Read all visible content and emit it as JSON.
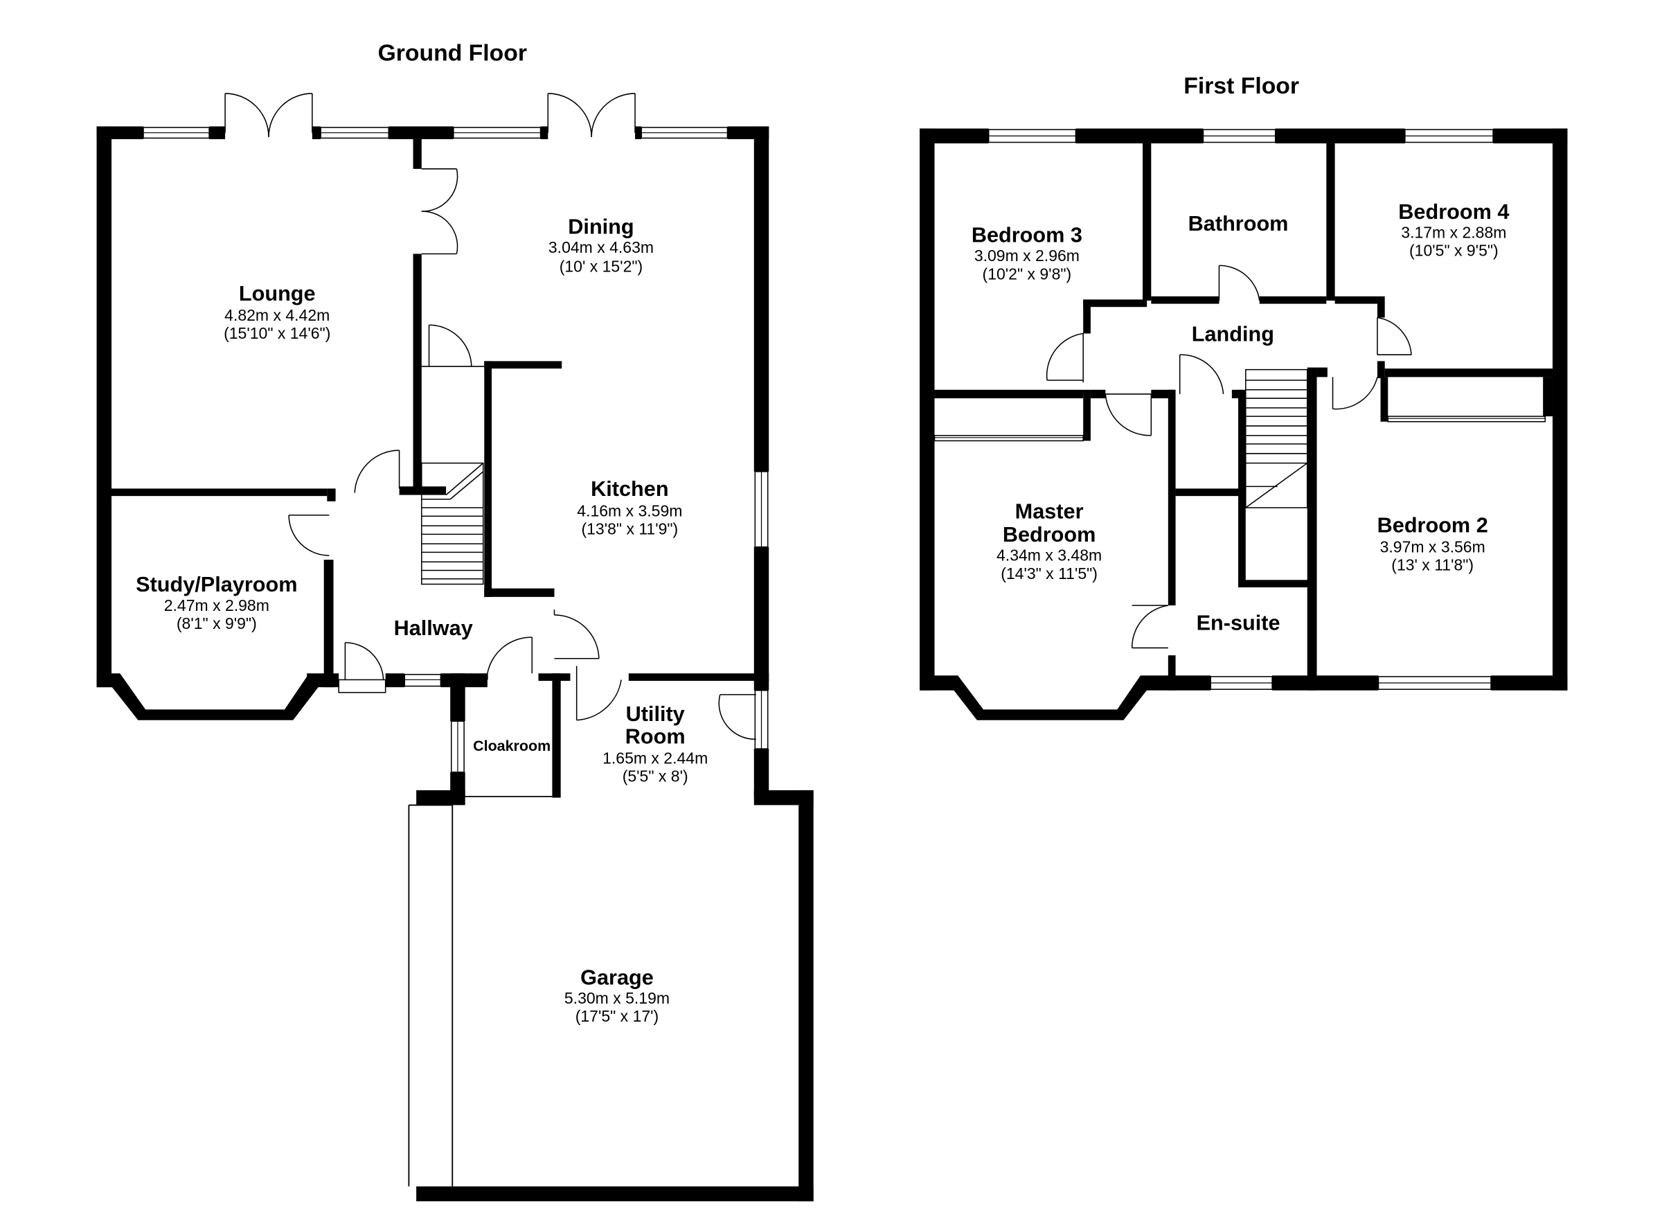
{
  "floors": {
    "ground": {
      "title": "Ground Floor",
      "lounge": {
        "name": "Lounge",
        "metric": "4.82m x 4.42m",
        "imperial": "(15'10\" x 14'6\")"
      },
      "dining": {
        "name": "Dining",
        "metric": "3.04m x 4.63m",
        "imperial": "(10' x 15'2\")"
      },
      "kitchen": {
        "name": "Kitchen",
        "metric": "4.16m x 3.59m",
        "imperial": "(13'8\" x 11'9\")"
      },
      "study": {
        "name": "Study/Playroom",
        "metric": "2.47m x 2.98m",
        "imperial": "(8'1\" x 9'9\")"
      },
      "hallway": {
        "name": "Hallway"
      },
      "cloakroom": {
        "name": "Cloakroom"
      },
      "utility": {
        "name_line1": "Utility",
        "name_line2": "Room",
        "metric": "1.65m x 2.44m",
        "imperial": "(5'5\" x 8')"
      },
      "garage": {
        "name": "Garage",
        "metric": "5.30m x 5.19m",
        "imperial": "(17'5\" x 17')"
      }
    },
    "first": {
      "title": "First Floor",
      "bedroom3": {
        "name": "Bedroom 3",
        "metric": "3.09m x 2.96m",
        "imperial": "(10'2\" x 9'8\")"
      },
      "bathroom": {
        "name": "Bathroom"
      },
      "bedroom4": {
        "name": "Bedroom 4",
        "metric": "3.17m x 2.88m",
        "imperial": "(10'5\" x 9'5\")"
      },
      "landing": {
        "name": "Landing"
      },
      "master": {
        "name_line1": "Master",
        "name_line2": "Bedroom",
        "metric": "4.34m x 3.48m",
        "imperial": "(14'3\" x 11'5\")"
      },
      "ensuite": {
        "name": "En-suite"
      },
      "bedroom2": {
        "name": "Bedroom 2",
        "metric": "3.97m x 3.56m",
        "imperial": "(13' x 11'8\")"
      }
    }
  }
}
